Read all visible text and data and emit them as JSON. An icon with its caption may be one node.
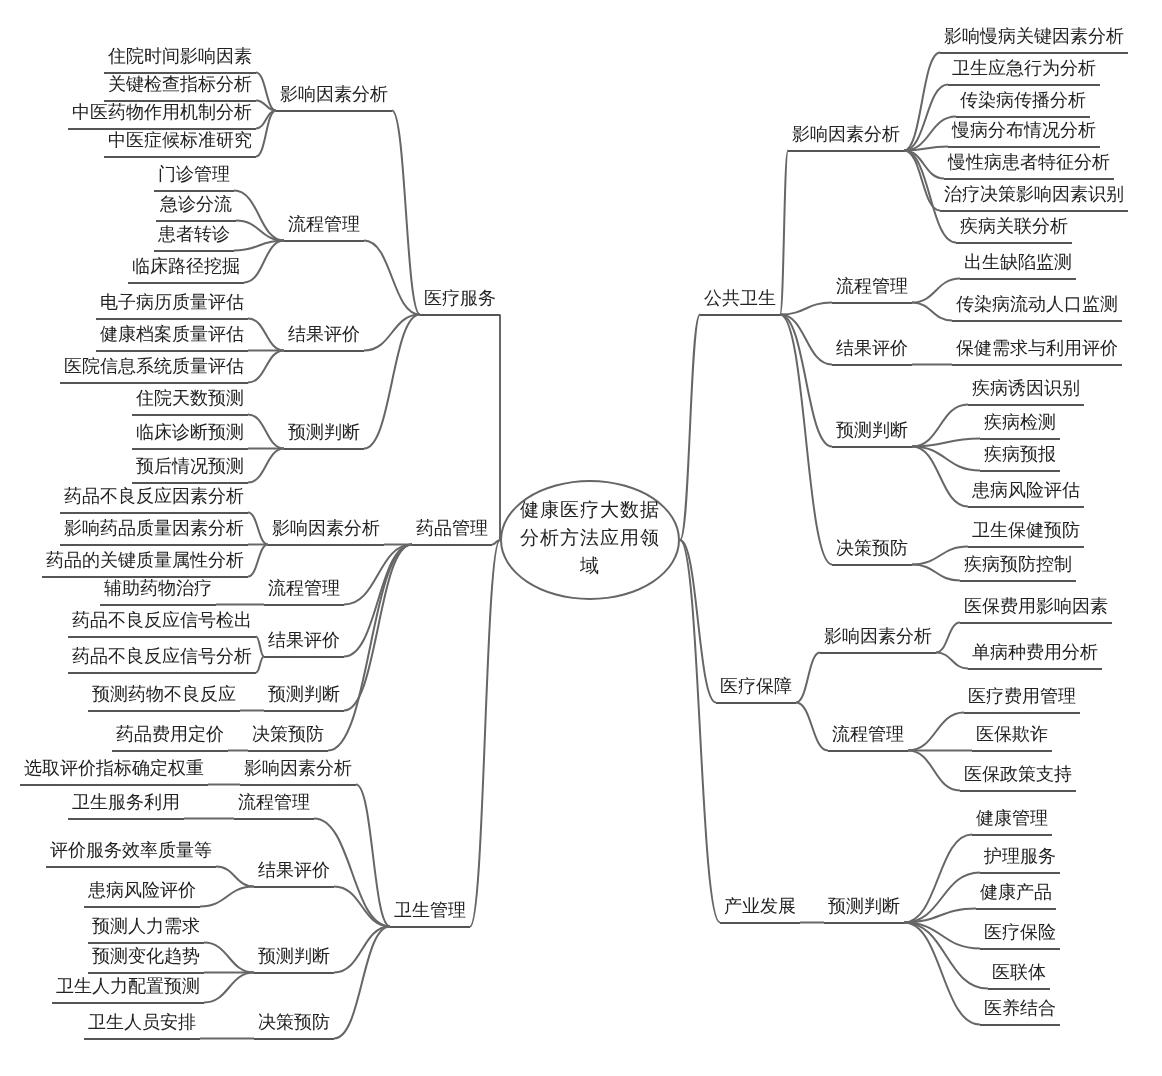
{
  "diagram": {
    "nodes": [
      {
        "text": [
          "健康医疗大数据分析方法应用领域"
        ]
      },
      {
        "text": [
          "医疗服务"
        ]
      },
      {
        "text": [
          "影响因素分析"
        ]
      },
      {
        "text": [
          "住院时间影响因素"
        ]
      },
      {
        "text": [
          "关键检查指标分析"
        ]
      },
      {
        "text": [
          "中医药物作用机制分析"
        ]
      },
      {
        "text": [
          "中医症候标准研究"
        ]
      },
      {
        "text": [
          "流程管理"
        ]
      },
      {
        "text": [
          "门诊管理"
        ]
      },
      {
        "text": [
          "急诊分流"
        ]
      },
      {
        "text": [
          "患者转诊"
        ]
      },
      {
        "text": [
          "临床路径挖掘"
        ]
      },
      {
        "text": [
          "结果评价"
        ]
      },
      {
        "text": [
          "电子病历质量评估"
        ]
      },
      {
        "text": [
          "健康档案质量评估"
        ]
      },
      {
        "text": [
          "医院信息系统质量评估"
        ]
      },
      {
        "text": [
          "预测判断"
        ]
      },
      {
        "text": [
          "住院天数预测"
        ]
      },
      {
        "text": [
          "临床诊断预测"
        ]
      },
      {
        "text": [
          "预后情况预测"
        ]
      },
      {
        "text": [
          "药品管理"
        ]
      },
      {
        "text": [
          "影响因素分析"
        ]
      },
      {
        "text": [
          "药品不良反应因素分析"
        ]
      },
      {
        "text": [
          "影响药品质量因素分析"
        ]
      },
      {
        "text": [
          "药品的关键质量属性分析"
        ]
      },
      {
        "text": [
          "流程管理"
        ]
      },
      {
        "text": [
          "辅助药物治疗"
        ]
      },
      {
        "text": [
          "结果评价"
        ]
      },
      {
        "text": [
          "药品不良反应信号检出"
        ]
      },
      {
        "text": [
          "药品不良反应信号分析"
        ]
      },
      {
        "text": [
          "预测判断"
        ]
      },
      {
        "text": [
          "预测药物不良反应"
        ]
      },
      {
        "text": [
          "决策预防"
        ]
      },
      {
        "text": [
          "药品费用定价"
        ]
      },
      {
        "text": [
          "卫生管理"
        ]
      },
      {
        "text": [
          "影响因素分析"
        ]
      },
      {
        "text": [
          "选取评价指标确定权重"
        ]
      },
      {
        "text": [
          "流程管理"
        ]
      },
      {
        "text": [
          "卫生服务利用"
        ]
      },
      {
        "text": [
          "结果评价"
        ]
      },
      {
        "text": [
          "评价服务效率质量等"
        ]
      },
      {
        "text": [
          "患病风险评价"
        ]
      },
      {
        "text": [
          "预测判断"
        ]
      },
      {
        "text": [
          "预测人力需求"
        ]
      },
      {
        "text": [
          "预测变化趋势"
        ]
      },
      {
        "text": [
          "卫生人力配置预测"
        ]
      },
      {
        "text": [
          "决策预防"
        ]
      },
      {
        "text": [
          "卫生人员安排"
        ]
      },
      {
        "text": [
          "公共卫生"
        ]
      },
      {
        "text": [
          "影响因素分析"
        ]
      },
      {
        "text": [
          "影响慢病关键因素分析"
        ]
      },
      {
        "text": [
          "卫生应急行为分析"
        ]
      },
      {
        "text": [
          "传染病传播分析"
        ]
      },
      {
        "text": [
          "慢病分布情况分析"
        ]
      },
      {
        "text": [
          "慢性病患者特征分析"
        ]
      },
      {
        "text": [
          "治疗决策影响因素识别"
        ]
      },
      {
        "text": [
          "疾病关联分析"
        ]
      },
      {
        "text": [
          "流程管理"
        ]
      },
      {
        "text": [
          "出生缺陷监测"
        ]
      },
      {
        "text": [
          "传染病流动人口监测"
        ]
      },
      {
        "text": [
          "结果评价"
        ]
      },
      {
        "text": [
          "保健需求与利用评价"
        ]
      },
      {
        "text": [
          "预测判断"
        ]
      },
      {
        "text": [
          "疾病诱因识别"
        ]
      },
      {
        "text": [
          "疾病检测"
        ]
      },
      {
        "text": [
          "疾病预报"
        ]
      },
      {
        "text": [
          "患病风险评估"
        ]
      },
      {
        "text": [
          "决策预防"
        ]
      },
      {
        "text": [
          "卫生保健预防"
        ]
      },
      {
        "text": [
          "疾病预防控制"
        ]
      },
      {
        "text": [
          "医疗保障"
        ]
      },
      {
        "text": [
          "影响因素分析"
        ]
      },
      {
        "text": [
          "医保费用影响因素"
        ]
      },
      {
        "text": [
          "单病种费用分析"
        ]
      },
      {
        "text": [
          "流程管理"
        ]
      },
      {
        "text": [
          "医疗费用管理"
        ]
      },
      {
        "text": [
          "医保欺诈"
        ]
      },
      {
        "text": [
          "医保政策支持"
        ]
      },
      {
        "text": [
          "产业发展"
        ]
      },
      {
        "text": [
          "预测判断"
        ]
      },
      {
        "text": [
          "健康管理"
        ]
      },
      {
        "text": [
          "护理服务"
        ]
      },
      {
        "text": [
          "健康产品"
        ]
      },
      {
        "text": [
          "医疗保险"
        ]
      },
      {
        "text": [
          "医联体"
        ]
      },
      {
        "text": [
          "医养结合"
        ]
      }
    ],
    "edges": [
      {
        "from": 0,
        "to": 1,
        "arrow": "none"
      },
      {
        "from": 1,
        "to": 2,
        "arrow": "none"
      },
      {
        "from": 2,
        "to": 3,
        "arrow": "none"
      },
      {
        "from": 2,
        "to": 4,
        "arrow": "none"
      },
      {
        "from": 2,
        "to": 5,
        "arrow": "none"
      },
      {
        "from": 2,
        "to": 6,
        "arrow": "none"
      },
      {
        "from": 1,
        "to": 7,
        "arrow": "none"
      },
      {
        "from": 7,
        "to": 8,
        "arrow": "none"
      },
      {
        "from": 7,
        "to": 9,
        "arrow": "none"
      },
      {
        "from": 7,
        "to": 10,
        "arrow": "none"
      },
      {
        "from": 7,
        "to": 11,
        "arrow": "none"
      },
      {
        "from": 1,
        "to": 12,
        "arrow": "none"
      },
      {
        "from": 12,
        "to": 13,
        "arrow": "none"
      },
      {
        "from": 12,
        "to": 14,
        "arrow": "none"
      },
      {
        "from": 12,
        "to": 15,
        "arrow": "none"
      },
      {
        "from": 1,
        "to": 16,
        "arrow": "none"
      },
      {
        "from": 16,
        "to": 17,
        "arrow": "none"
      },
      {
        "from": 16,
        "to": 18,
        "arrow": "none"
      },
      {
        "from": 16,
        "to": 19,
        "arrow": "none"
      },
      {
        "from": 0,
        "to": 20,
        "arrow": "none"
      },
      {
        "from": 20,
        "to": 21,
        "arrow": "none"
      },
      {
        "from": 21,
        "to": 22,
        "arrow": "none"
      },
      {
        "from": 21,
        "to": 23,
        "arrow": "none"
      },
      {
        "from": 21,
        "to": 24,
        "arrow": "none"
      },
      {
        "from": 20,
        "to": 25,
        "arrow": "none"
      },
      {
        "from": 25,
        "to": 26,
        "arrow": "none"
      },
      {
        "from": 20,
        "to": 27,
        "arrow": "none"
      },
      {
        "from": 27,
        "to": 28,
        "arrow": "none"
      },
      {
        "from": 27,
        "to": 29,
        "arrow": "none"
      },
      {
        "from": 20,
        "to": 30,
        "arrow": "none"
      },
      {
        "from": 30,
        "to": 31,
        "arrow": "none"
      },
      {
        "from": 20,
        "to": 32,
        "arrow": "none"
      },
      {
        "from": 32,
        "to": 33,
        "arrow": "none"
      },
      {
        "from": 0,
        "to": 34,
        "arrow": "none"
      },
      {
        "from": 34,
        "to": 35,
        "arrow": "none"
      },
      {
        "from": 35,
        "to": 36,
        "arrow": "none"
      },
      {
        "from": 34,
        "to": 37,
        "arrow": "none"
      },
      {
        "from": 37,
        "to": 38,
        "arrow": "none"
      },
      {
        "from": 34,
        "to": 39,
        "arrow": "none"
      },
      {
        "from": 39,
        "to": 40,
        "arrow": "none"
      },
      {
        "from": 39,
        "to": 41,
        "arrow": "none"
      },
      {
        "from": 34,
        "to": 42,
        "arrow": "none"
      },
      {
        "from": 42,
        "to": 43,
        "arrow": "none"
      },
      {
        "from": 42,
        "to": 44,
        "arrow": "none"
      },
      {
        "from": 42,
        "to": 45,
        "arrow": "none"
      },
      {
        "from": 34,
        "to": 46,
        "arrow": "none"
      },
      {
        "from": 46,
        "to": 47,
        "arrow": "none"
      },
      {
        "from": 0,
        "to": 48,
        "arrow": "none"
      },
      {
        "from": 48,
        "to": 49,
        "arrow": "none"
      },
      {
        "from": 49,
        "to": 50,
        "arrow": "none"
      },
      {
        "from": 49,
        "to": 51,
        "arrow": "none"
      },
      {
        "from": 49,
        "to": 52,
        "arrow": "none"
      },
      {
        "from": 49,
        "to": 53,
        "arrow": "none"
      },
      {
        "from": 49,
        "to": 54,
        "arrow": "none"
      },
      {
        "from": 49,
        "to": 55,
        "arrow": "none"
      },
      {
        "from": 49,
        "to": 56,
        "arrow": "none"
      },
      {
        "from": 48,
        "to": 57,
        "arrow": "none"
      },
      {
        "from": 57,
        "to": 58,
        "arrow": "none"
      },
      {
        "from": 57,
        "to": 59,
        "arrow": "none"
      },
      {
        "from": 48,
        "to": 60,
        "arrow": "none"
      },
      {
        "from": 60,
        "to": 61,
        "arrow": "none"
      },
      {
        "from": 48,
        "to": 62,
        "arrow": "none"
      },
      {
        "from": 62,
        "to": 63,
        "arrow": "none"
      },
      {
        "from": 62,
        "to": 64,
        "arrow": "none"
      },
      {
        "from": 62,
        "to": 65,
        "arrow": "none"
      },
      {
        "from": 62,
        "to": 66,
        "arrow": "none"
      },
      {
        "from": 48,
        "to": 67,
        "arrow": "none"
      },
      {
        "from": 67,
        "to": 68,
        "arrow": "none"
      },
      {
        "from": 67,
        "to": 69,
        "arrow": "none"
      },
      {
        "from": 0,
        "to": 70,
        "arrow": "none"
      },
      {
        "from": 70,
        "to": 71,
        "arrow": "none"
      },
      {
        "from": 71,
        "to": 72,
        "arrow": "none"
      },
      {
        "from": 71,
        "to": 73,
        "arrow": "none"
      },
      {
        "from": 70,
        "to": 74,
        "arrow": "none"
      },
      {
        "from": 74,
        "to": 75,
        "arrow": "none"
      },
      {
        "from": 74,
        "to": 76,
        "arrow": "none"
      },
      {
        "from": 74,
        "to": 77,
        "arrow": "none"
      },
      {
        "from": 0,
        "to": 78,
        "arrow": "none"
      },
      {
        "from": 78,
        "to": 79,
        "arrow": "none"
      },
      {
        "from": 79,
        "to": 80,
        "arrow": "none"
      },
      {
        "from": 79,
        "to": 81,
        "arrow": "none"
      },
      {
        "from": 79,
        "to": 82,
        "arrow": "none"
      },
      {
        "from": 79,
        "to": 83,
        "arrow": "none"
      },
      {
        "from": 79,
        "to": 84,
        "arrow": "none"
      },
      {
        "from": 79,
        "to": 85,
        "arrow": "none"
      }
    ]
  }
}
